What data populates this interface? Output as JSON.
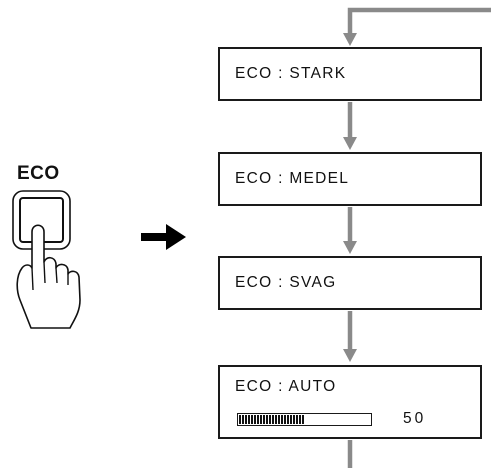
{
  "button": {
    "label": "ECO"
  },
  "modes": [
    {
      "prefix": "ECO",
      "separator": ":",
      "value": "STARK"
    },
    {
      "prefix": "ECO",
      "separator": ":",
      "value": "MEDEL"
    },
    {
      "prefix": "ECO",
      "separator": ":",
      "value": "SVAG"
    },
    {
      "prefix": "ECO",
      "separator": ":",
      "value": "AUTO"
    }
  ],
  "auto_level": {
    "value": "50",
    "fraction": 0.5
  },
  "colors": {
    "box_border": "#1a1a1a",
    "flow_arrow": "#8a8a8a",
    "pointer_arrow": "#000000"
  },
  "icons": {
    "button_press": "hand-pressing-button-icon",
    "pointer": "right-arrow-icon",
    "flow": "down-arrow-icon"
  }
}
